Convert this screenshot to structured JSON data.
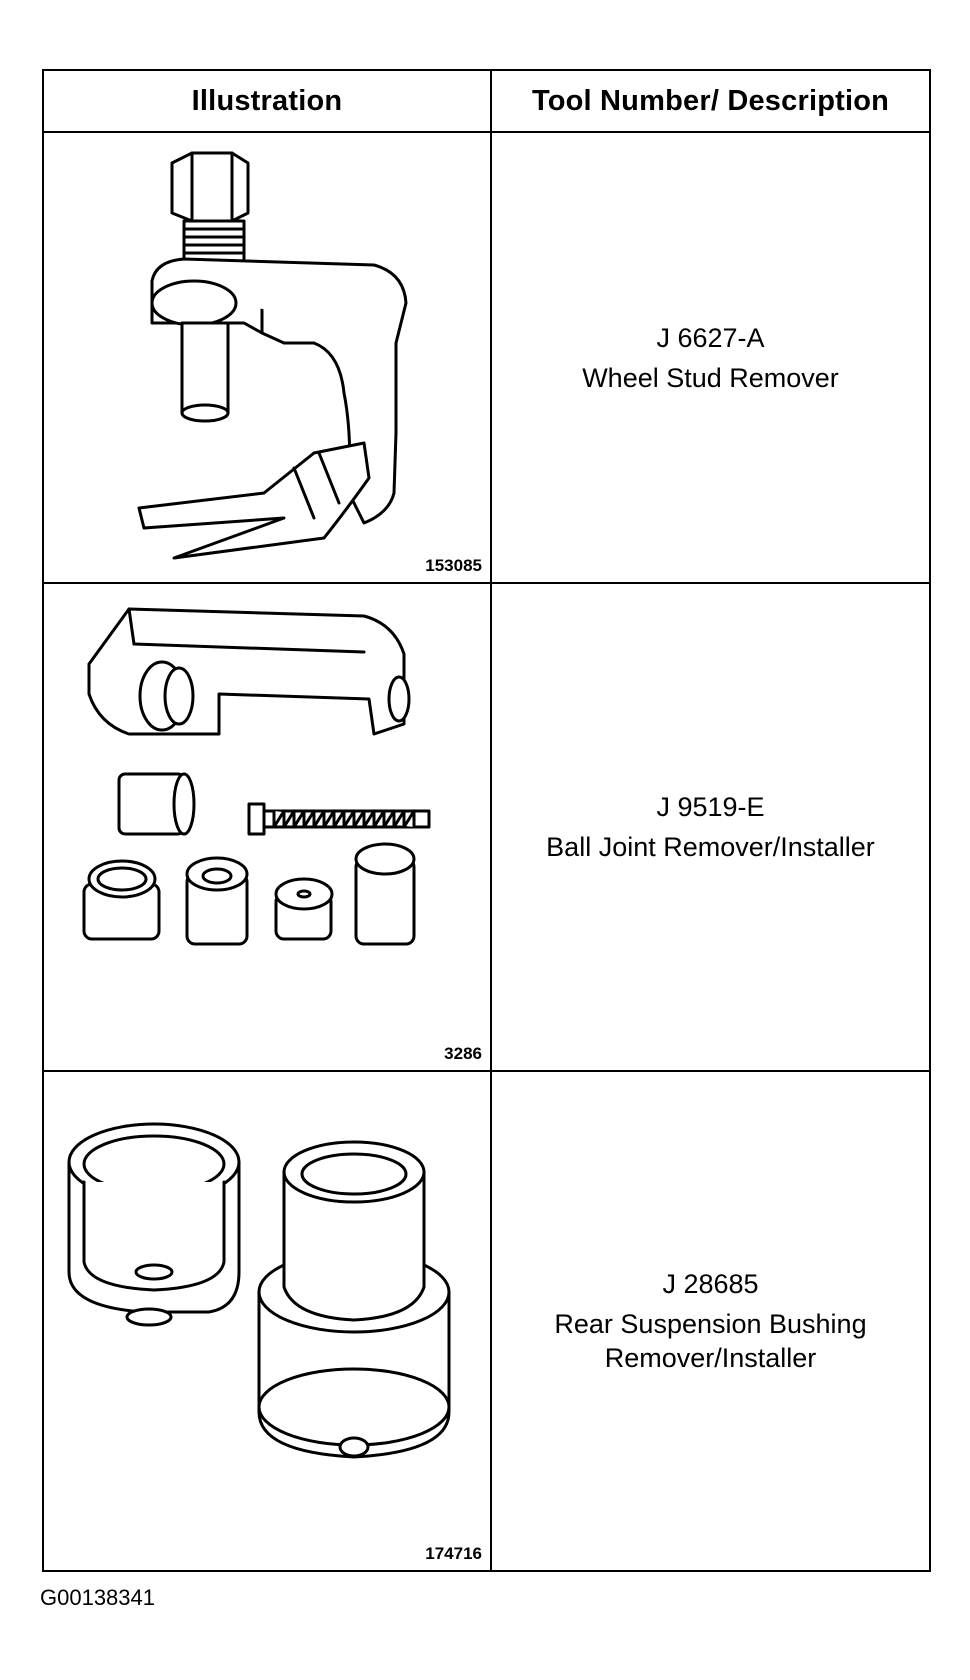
{
  "table": {
    "headers": {
      "illustration": "Illustration",
      "description": "Tool Number/ Description"
    },
    "rows": [
      {
        "figure_number": "153085",
        "tool_number": "J 6627-A",
        "description_lines": [
          "Wheel Stud Remover"
        ]
      },
      {
        "figure_number": "3286",
        "tool_number": "J 9519-E",
        "description_lines": [
          "Ball Joint Remover/Installer"
        ]
      },
      {
        "figure_number": "174716",
        "tool_number": "J 28685",
        "description_lines": [
          "Rear Suspension Bushing",
          "Remover/Installer"
        ]
      }
    ]
  },
  "footer": {
    "code": "G00138341"
  },
  "icons": [
    "wheel-stud-remover-icon",
    "ball-joint-remover-installer-icon",
    "rear-suspension-bushing-tool-icon"
  ]
}
